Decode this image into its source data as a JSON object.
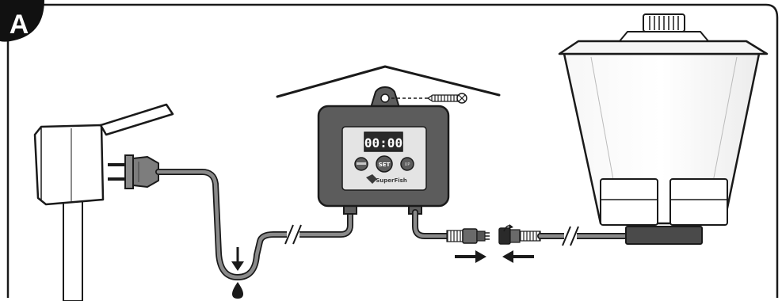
{
  "panel": {
    "label": "A"
  },
  "controller": {
    "display_time": "00:00",
    "set_button_label": "SET",
    "up_button_label": "UP",
    "brand": "SuperFish"
  },
  "icons": {
    "drip": "drip-loop-water-drop",
    "screw": "mounting-screw",
    "arrows": "connect-arrows"
  }
}
